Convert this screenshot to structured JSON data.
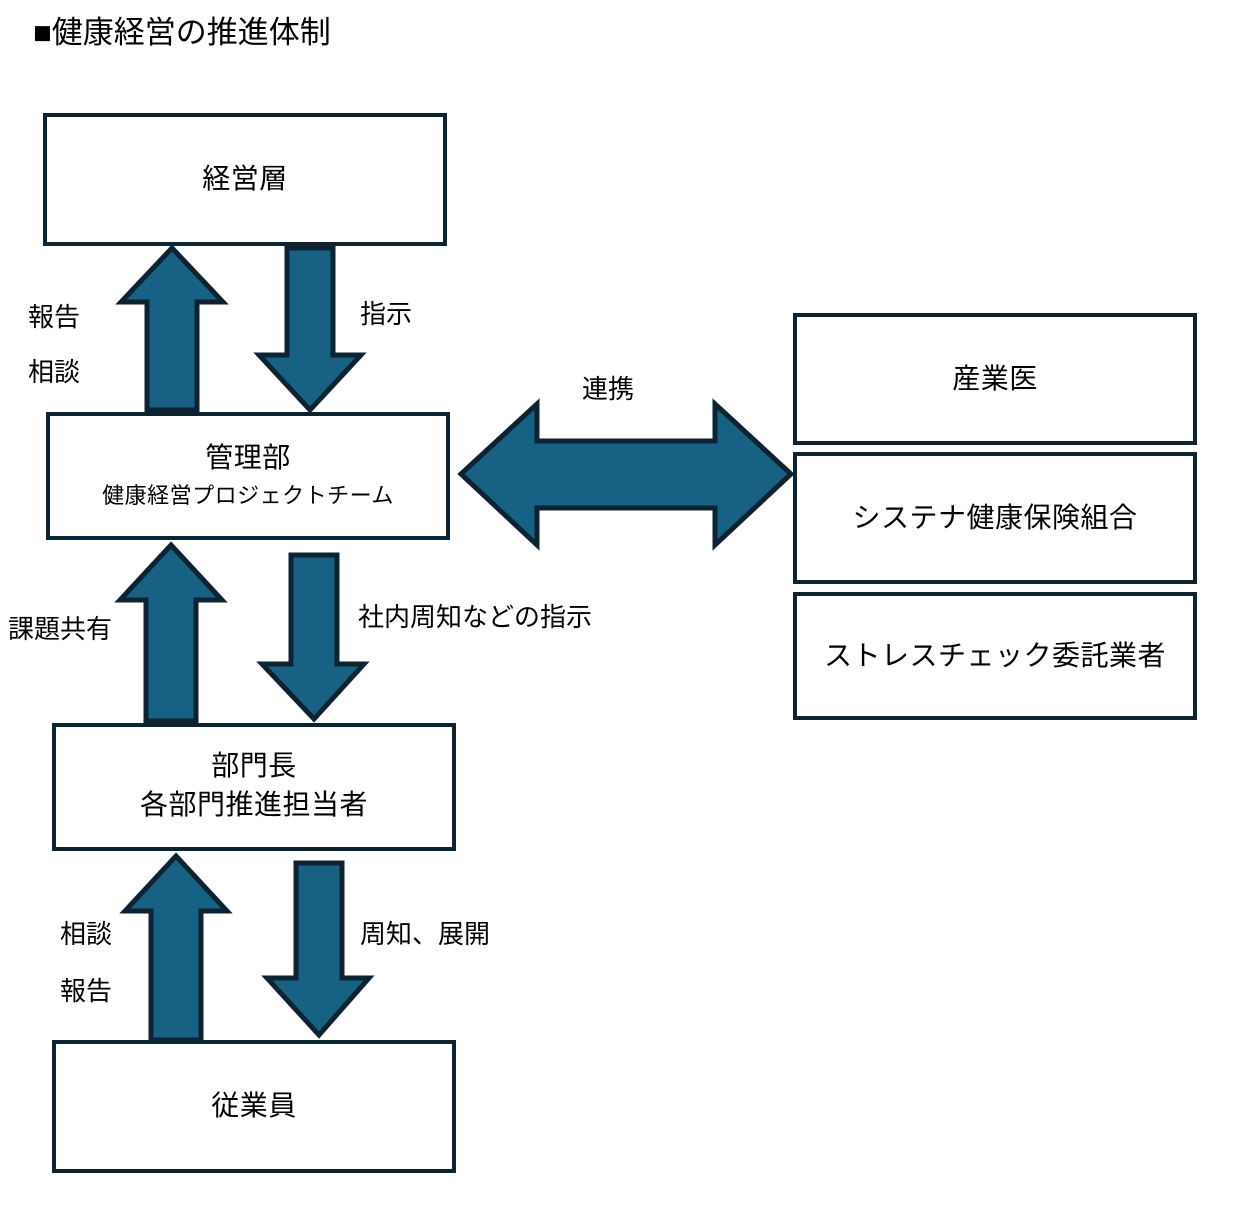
{
  "document": {
    "title": "■健康経営の推進体制",
    "bullet_glyph": "■",
    "title_text": "健康経営の推進体制"
  },
  "colors": {
    "arrow_fill": "#166184",
    "outline": "#0d2331",
    "box_background": "#ffffff",
    "text": "#000000",
    "page_background": "#ffffff"
  },
  "chart_data": {
    "type": "diagram",
    "title": "健康経営の推進体制",
    "nodes": [
      {
        "id": "management",
        "label": "経営層",
        "sublabel": "",
        "column": "left",
        "level": 1
      },
      {
        "id": "admin",
        "label": "管理部",
        "sublabel": "健康経営プロジェクトチーム",
        "column": "left",
        "level": 2
      },
      {
        "id": "dept-head",
        "label": "部門長",
        "sublabel": "各部門推進担当者",
        "column": "left",
        "level": 3
      },
      {
        "id": "employees",
        "label": "従業員",
        "sublabel": "",
        "column": "left",
        "level": 4
      },
      {
        "id": "sangyoui",
        "label": "産業医",
        "sublabel": "",
        "column": "right",
        "level": 1
      },
      {
        "id": "kenpo",
        "label": "システナ健康保険組合",
        "sublabel": "",
        "column": "right",
        "level": 2
      },
      {
        "id": "stress-check",
        "label": "ストレスチェック委託業者",
        "sublabel": "",
        "column": "right",
        "level": 3
      }
    ],
    "edges": [
      {
        "from": "admin",
        "to": "management",
        "direction": "up",
        "labels": [
          "報告",
          "相談"
        ]
      },
      {
        "from": "management",
        "to": "admin",
        "direction": "down",
        "labels": [
          "指示"
        ]
      },
      {
        "from": "dept-head",
        "to": "admin",
        "direction": "up",
        "labels": [
          "課題共有"
        ]
      },
      {
        "from": "admin",
        "to": "dept-head",
        "direction": "down",
        "labels": [
          "社内周知などの指示"
        ]
      },
      {
        "from": "employees",
        "to": "dept-head",
        "direction": "up",
        "labels": [
          "相談",
          "報告"
        ]
      },
      {
        "from": "dept-head",
        "to": "employees",
        "direction": "down",
        "labels": [
          "周知、展開"
        ]
      },
      {
        "from": "admin",
        "to": "right-column",
        "direction": "both",
        "labels": [
          "連携"
        ]
      }
    ]
  },
  "boxes": {
    "management": {
      "title": "経営層",
      "sub": ""
    },
    "admin": {
      "title": "管理部",
      "sub": "健康経営プロジェクトチーム"
    },
    "dept_head": {
      "title": "部門長",
      "sub": "各部門推進担当者"
    },
    "employees": {
      "title": "従業員",
      "sub": ""
    },
    "sangyoui": {
      "title": "産業医"
    },
    "kenpo": {
      "title": "システナ健康保険組合"
    },
    "stress": {
      "title": "ストレスチェック委託業者"
    }
  },
  "labels": {
    "report": "報告",
    "consult": "相談",
    "instruction": "指示",
    "share_issues": "課題共有",
    "internal_notice": "社内周知などの指示",
    "consult2": "相談",
    "report2": "報告",
    "notify_deploy": "周知、展開",
    "cooperation": "連携"
  }
}
